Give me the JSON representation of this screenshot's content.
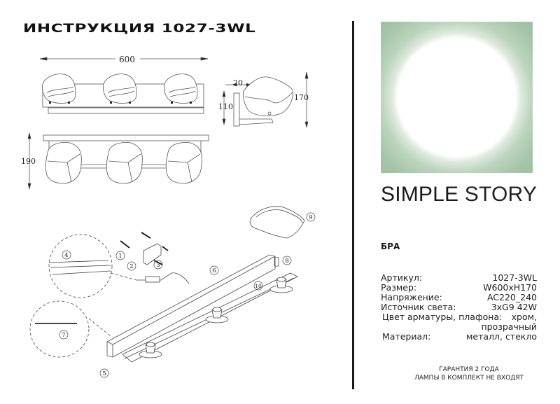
{
  "header": {
    "title": "ИНСТРУКЦИЯ 1027-3WL"
  },
  "drawings": {
    "front_view": {
      "width_label": "600"
    },
    "side_view": {
      "depth_label": "20",
      "mount_height_label": "110",
      "height_label": "170"
    },
    "top_view": {
      "height_label": "190"
    },
    "assembly": {
      "callouts": [
        "1",
        "2",
        "3",
        "4",
        "5",
        "6",
        "7",
        "8",
        "9",
        "10"
      ]
    }
  },
  "brand": {
    "name_bold": "SIMPLE",
    "name_light": "STORY",
    "accent_color": "#a3c4a6"
  },
  "product": {
    "type": "БРА",
    "specs": [
      {
        "label": "Артикул:",
        "value": "1027-3WL"
      },
      {
        "label": "Размер:",
        "value": "W600xH170"
      },
      {
        "label": "Напряжение:",
        "value": "AC220_240"
      },
      {
        "label": "Источник света:",
        "value": "3xG9 42W"
      },
      {
        "label": "Цвет арматуры, плафона:",
        "value": "хром,"
      },
      {
        "label": "",
        "value": "прозрачный"
      },
      {
        "label": "Материал:",
        "value": "металл, стекло"
      }
    ]
  },
  "footer": {
    "warranty": "ГАРАНТИЯ 2 ГОДА",
    "note": "ЛАМПЫ В КОМПЛЕКТ НЕ ВХОДЯТ"
  }
}
